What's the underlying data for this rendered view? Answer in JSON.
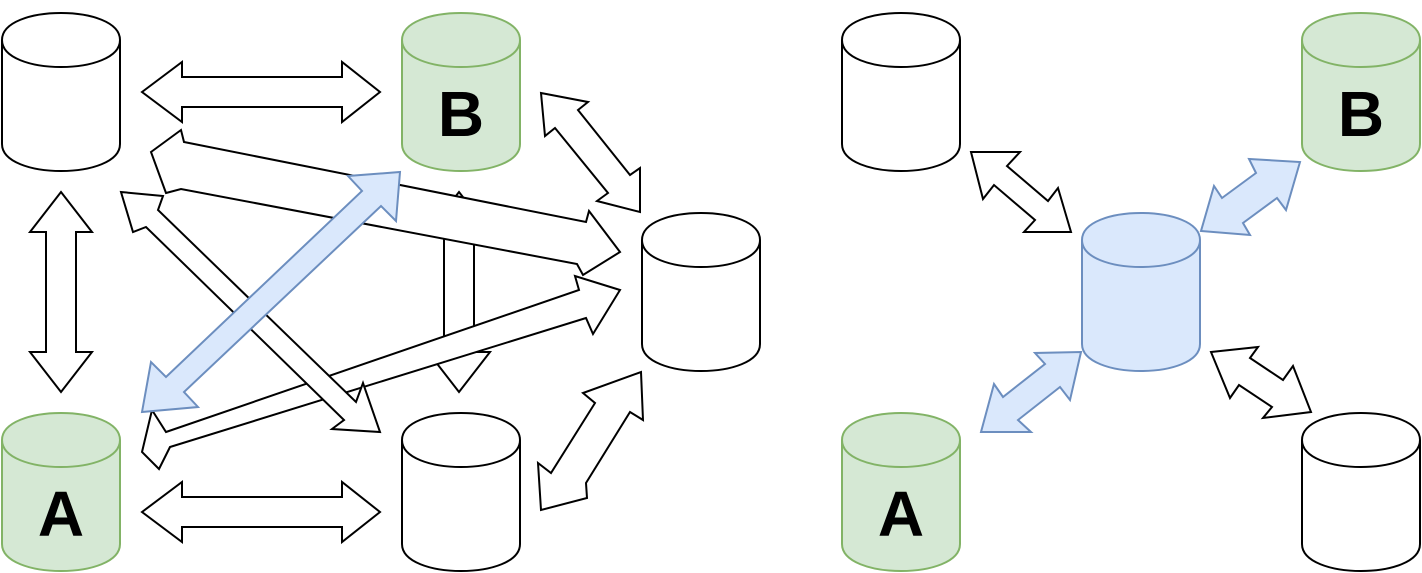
{
  "colors": {
    "green_fill": "#d5e8d4",
    "green_stroke": "#82b366",
    "blue_fill": "#dae8fc",
    "blue_stroke": "#6c8ebf",
    "plain_fill": "#ffffff",
    "plain_stroke": "#000000"
  },
  "left_diagram": {
    "db_b_label": "B",
    "db_a_label": "A"
  },
  "right_diagram": {
    "db_b_label": "B",
    "db_a_label": "A"
  }
}
